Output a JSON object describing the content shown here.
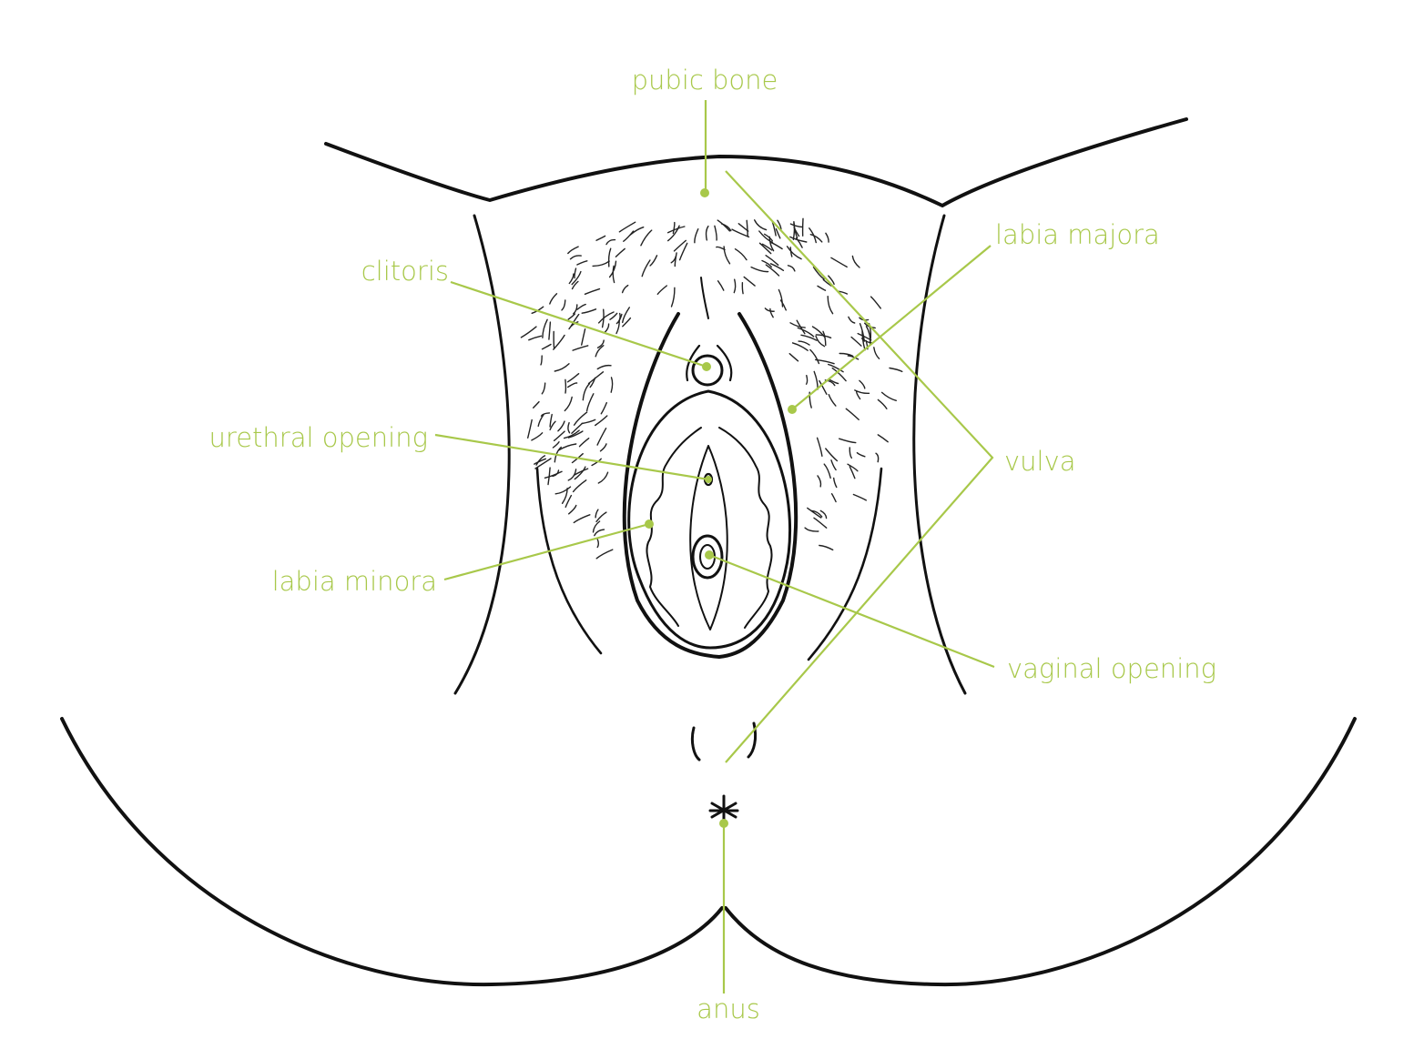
{
  "colors": {
    "label": "#a8c84a",
    "outline": "#111111"
  },
  "labels": {
    "pubic_bone": "pubic bone",
    "labia_majora": "labia majora",
    "clitoris": "clitoris",
    "urethral_opening": "urethral opening",
    "vulva": "vulva",
    "labia_minora": "labia minora",
    "vaginal_opening": "vaginal opening",
    "anus": "anus"
  }
}
